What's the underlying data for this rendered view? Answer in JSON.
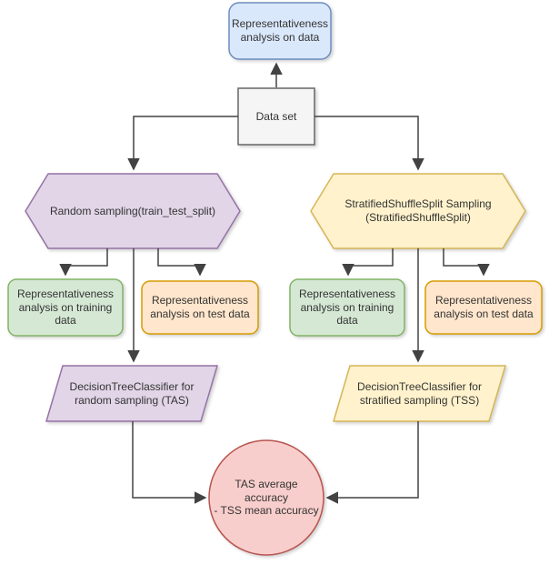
{
  "diagram": {
    "type": "flowchart",
    "palette": {
      "blue_fill": "#dae8fc",
      "blue_stroke": "#6c8ebf",
      "gray_fill": "#f5f5f5",
      "gray_stroke": "#666666",
      "purple_fill": "#e1d5e7",
      "purple_stroke": "#9673a6",
      "yellow_fill": "#fff2cc",
      "yellow_stroke": "#d6b656",
      "green_fill": "#d5e8d4",
      "green_stroke": "#82b366",
      "orange_fill": "#ffe6cc",
      "orange_stroke": "#d79b00",
      "red_fill": "#f8cecc",
      "red_stroke": "#b85450",
      "connector": "#424242",
      "text": "#333333"
    },
    "nodes": {
      "rep_data": {
        "label": "Representativeness\nanalysis on data",
        "shape": "rounded-rect",
        "color": "blue"
      },
      "dataset": {
        "label": "Data set",
        "shape": "rect",
        "color": "gray"
      },
      "random_sampling": {
        "label": "Random sampling(train_test_split)",
        "shape": "hexagon",
        "color": "purple"
      },
      "stratified_sampling": {
        "label": "StratifiedShuffleSplit Sampling\n(StratifiedShuffleSplit)",
        "shape": "hexagon",
        "color": "yellow"
      },
      "rep_train_left": {
        "label": "Representativeness\nanalysis on training\ndata",
        "shape": "rounded-rect",
        "color": "green"
      },
      "rep_test_left": {
        "label": "Representativeness\nanalysis on test data",
        "shape": "rounded-rect",
        "color": "orange"
      },
      "rep_train_right": {
        "label": "Representativeness\nanalysis on training\ndata",
        "shape": "rounded-rect",
        "color": "green"
      },
      "rep_test_right": {
        "label": "Representativeness\nanalysis on test data",
        "shape": "rounded-rect",
        "color": "orange"
      },
      "dtc_random": {
        "label": "DecisionTreeClassifier for\nrandom sampling (TAS)",
        "shape": "parallelogram",
        "color": "purple"
      },
      "dtc_stratified": {
        "label": "DecisionTreeClassifier for\nstratified sampling (TSS)",
        "shape": "parallelogram",
        "color": "yellow"
      },
      "accuracy_compare": {
        "label": "TAS average\naccuracy\n- TSS mean accuracy",
        "shape": "circle",
        "color": "red"
      }
    },
    "edges": [
      {
        "from": "dataset",
        "to": "rep_data"
      },
      {
        "from": "dataset",
        "to": "random_sampling"
      },
      {
        "from": "dataset",
        "to": "stratified_sampling"
      },
      {
        "from": "random_sampling",
        "to": "rep_train_left"
      },
      {
        "from": "random_sampling",
        "to": "rep_test_left"
      },
      {
        "from": "random_sampling",
        "to": "dtc_random"
      },
      {
        "from": "stratified_sampling",
        "to": "rep_train_right"
      },
      {
        "from": "stratified_sampling",
        "to": "rep_test_right"
      },
      {
        "from": "stratified_sampling",
        "to": "dtc_stratified"
      },
      {
        "from": "dtc_random",
        "to": "accuracy_compare"
      },
      {
        "from": "dtc_stratified",
        "to": "accuracy_compare"
      }
    ]
  }
}
